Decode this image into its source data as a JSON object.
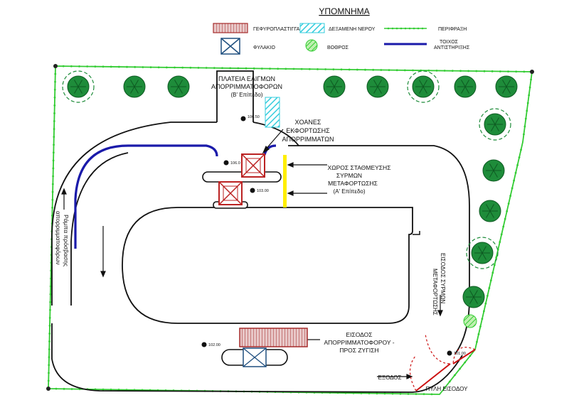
{
  "legend": {
    "title": "ΥΠΟΜΝΗΜΑ",
    "scale_bridge": "ΓΕΦΥΡΟΠΛΑΣΤΙΓΓΑ",
    "water_tank": "ΔΕΞΑΜΕΝΗ ΝΕΡΟΥ",
    "perimeter": "ΠΕΡΙΦΡΑΞΗ",
    "retaining_wall_1": "ΤΟΙΧΟΣ",
    "retaining_wall_2": "ΑΝΤΙΣΤΗΡΙΞΗΣ",
    "guardhouse": "ΦΥΛΑΚΙΟ",
    "septic_tank": "ΒΟΘΡΟΣ"
  },
  "labels": {
    "maneuver_1": "ΠΛΑΤΕΙΑ ΕΛΙΓΜΩΝ",
    "maneuver_2": "ΑΠΟΡΡΙΜΜΑΤΟΦΟΡΩΝ",
    "maneuver_3": "(Β' Επίπεδο)",
    "hoppers_1": "ΧΟΑΝΕΣ",
    "hoppers_2": "ΕΚΦΟΡΤΩΣΗΣ",
    "hoppers_3": "ΑΠΟΡΡΙΜΜΑΤΩΝ",
    "parking_1": "ΧΩΡΟΣ ΣΤΑΘΜΕΥΣΗΣ",
    "parking_2": "ΣΥΡΜΩΝ",
    "parking_3": "ΜΕΤΑΦΟΡΤΩΣΗΣ",
    "parking_4": "(Α' Επίπεδο)",
    "ramp_1": "Ράμπα πρόσβασης",
    "ramp_2": "απορριμματοφόρων",
    "trailer_entry_1": "ΕΙΣΟΔΟΣ ΣΥΡΜΩΝ",
    "trailer_entry_2": "ΜΕΤΑΦΟΡΤΩΣΗΣ",
    "truck_entry_1": "ΕΙΣΟΔΟΣ",
    "truck_entry_2": "ΑΠΟΡΡΙΜΜΑΤΟΦΟΡΟΥ -",
    "truck_entry_3": "ΠΡΟΣ ΖΥΓΙΣΗ",
    "exit": "ΕΞΟΔΟΣ",
    "gate": "ΠΥΛΗ ΕΙΣΟΔΟΥ"
  },
  "elevations": {
    "e1": "106.50",
    "e2": "106.0",
    "e3": "103.00",
    "e4": "102.00",
    "e5": "101.00"
  },
  "colors": {
    "perimeter": "#33cc33",
    "wall": "#1a1aaa",
    "scale": "#a52a2a",
    "tank": "#33ccdd",
    "guard": "#1f4f7f",
    "tree": "#1e8c3a",
    "parking": "#ffee00",
    "gate": "#cc1111"
  }
}
